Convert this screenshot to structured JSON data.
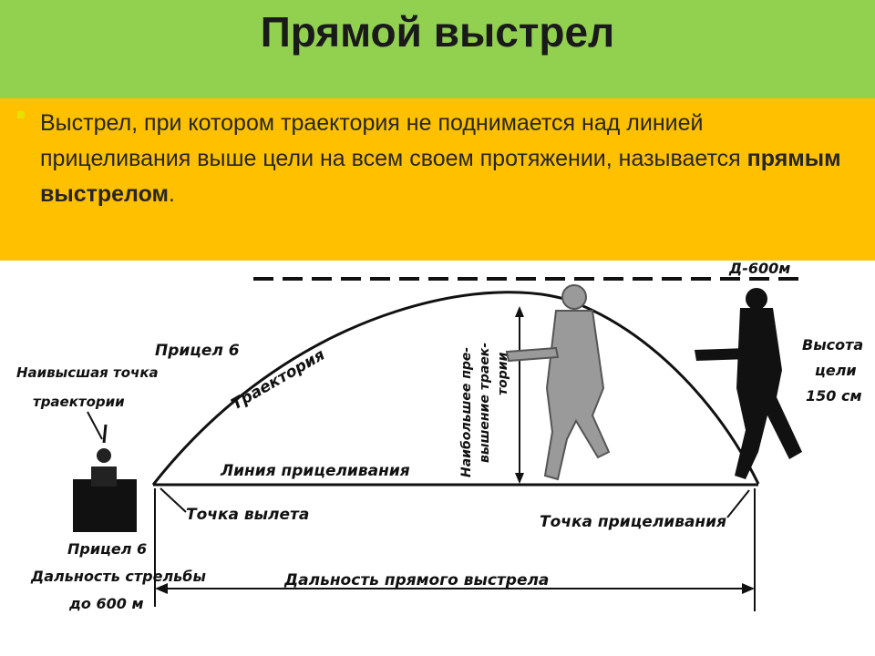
{
  "slide": {
    "title": "Прямой выстрел",
    "definition_before": "Выстрел, при котором траектория не поднимается над линией прицеливания выше цели на всем своем протяжении, называется ",
    "definition_bold": "прямым выстрелом",
    "definition_after": "."
  },
  "colors": {
    "title_bg": "#92d050",
    "definition_bg": "#ffc000",
    "ink": "#111111"
  },
  "diagram": {
    "label_distance_d": "Д-600м",
    "label_sight_6": "Прицел 6",
    "label_highest_point": [
      "Наивысшая точка",
      "траектории"
    ],
    "label_trajectory": "Траектория",
    "label_sight_line": "Линия прицеливания",
    "label_firing_point": "Точка вылета",
    "label_aim_point": "Точка прицеливания",
    "label_target_height": [
      "Высота",
      "цели",
      "150 см"
    ],
    "label_max_excess": [
      "Наибольшее пре-",
      "вышение траек-",
      "тории"
    ],
    "label_sight_range": [
      "Прицел 6",
      "Дальность стрельбы",
      "до 600 м"
    ],
    "label_direct_range": "Дальность прямого выстрела"
  }
}
